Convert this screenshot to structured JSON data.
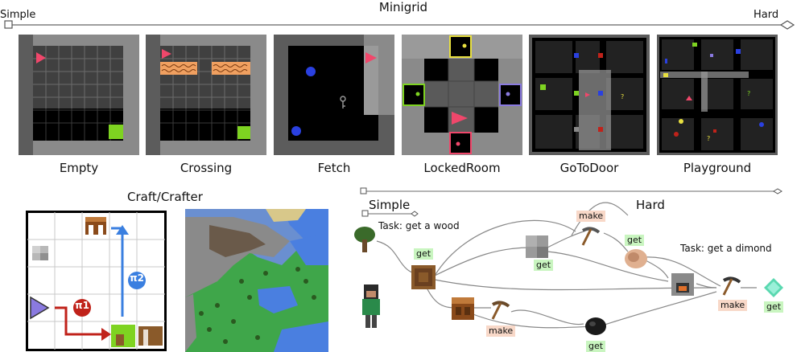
{
  "minigrid": {
    "title": "Minigrid",
    "simple_label": "Simple",
    "hard_label": "Hard",
    "envs": [
      {
        "name": "Empty"
      },
      {
        "name": "Crossing"
      },
      {
        "name": "Fetch"
      },
      {
        "name": "LockedRoom"
      },
      {
        "name": "GoToDoor"
      },
      {
        "name": "Playground"
      }
    ]
  },
  "crafter": {
    "title": "Craft/Crafter",
    "pi2": "π2",
    "pi1": "π1"
  },
  "tree": {
    "simple_label": "Simple",
    "hard_label": "Hard",
    "task_wood": "Task: get a wood",
    "task_diamond": "Task: get a dimond",
    "get": "get",
    "make": "make"
  },
  "colors": {
    "goal_green": "#7ed321",
    "agent_red": "#f0476b",
    "lava_orange": "#f0a060",
    "pi_blue": "#3a7fe0",
    "pi_red": "#c0221a",
    "agent_purple": "#8a7ae0",
    "get_bg": "#c9f5c0",
    "make_bg": "#f8d8c8"
  }
}
